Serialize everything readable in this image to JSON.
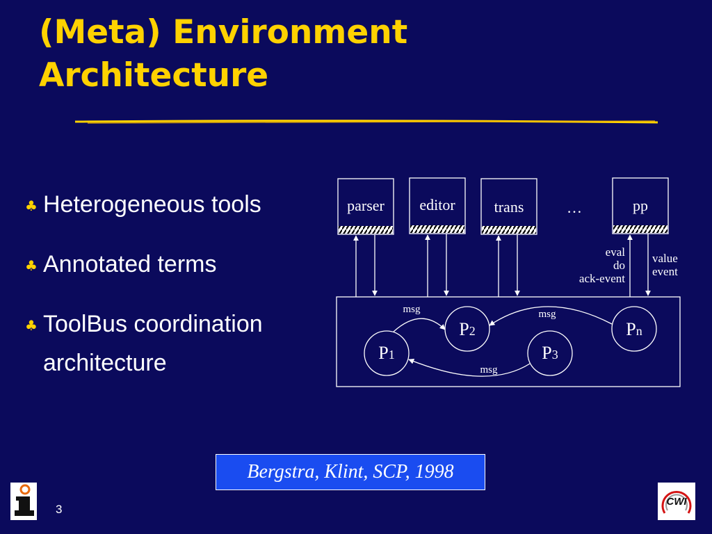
{
  "slide": {
    "title_line1": "(Meta) Environment",
    "title_line2": "Architecture",
    "page_number": "3",
    "bullets": [
      "Heterogeneous tools",
      "Annotated terms",
      "ToolBus coordination architecture"
    ],
    "bullet_marker": "♣",
    "citation": "Bergstra, Klint, SCP, 1998",
    "accent_color": "#ffd200",
    "background_color": "#0b0a5c",
    "citation_box_color": "#1a4cf0"
  },
  "diagram": {
    "tools": [
      "parser",
      "editor",
      "trans",
      "pp"
    ],
    "ellipsis": "…",
    "left_labels": [
      "eval",
      "do",
      "ack-event"
    ],
    "right_labels": [
      "value",
      "event"
    ],
    "processes": [
      {
        "base": "P",
        "sub": "1"
      },
      {
        "base": "P",
        "sub": "2"
      },
      {
        "base": "P",
        "sub": "3"
      },
      {
        "base": "P",
        "sub": "n"
      }
    ],
    "messages": [
      "msg",
      "msg",
      "msg"
    ]
  },
  "logos": {
    "left": "institute-logo-icon",
    "right": "cwi-logo-icon",
    "right_text": "CWI"
  }
}
